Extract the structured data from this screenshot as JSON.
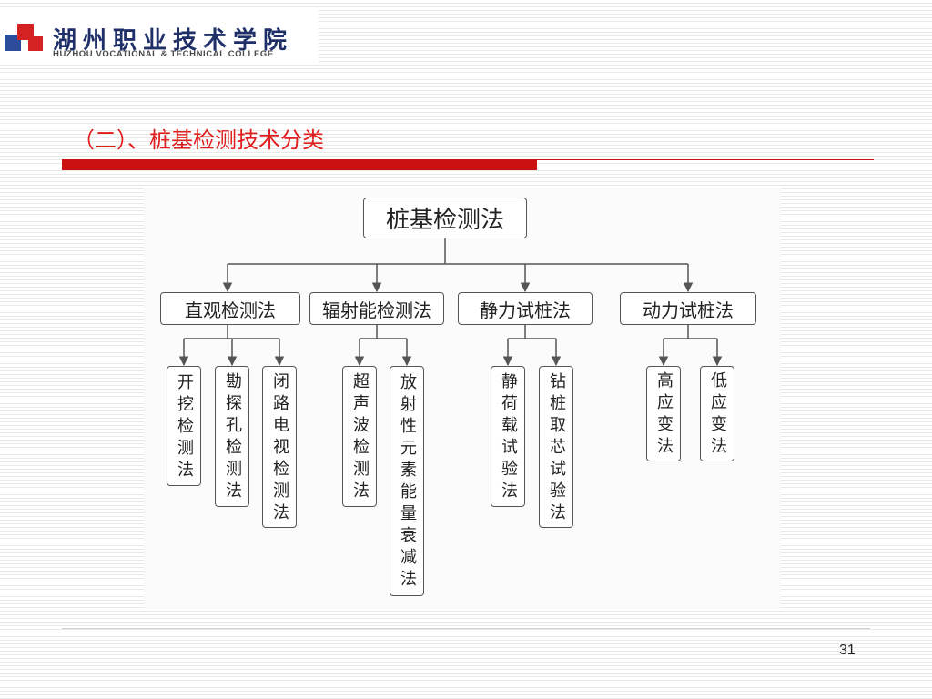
{
  "header": {
    "logo_cn": "湖州职业技术学院",
    "logo_en": "HUZHOU VOCATIONAL & TECHNICAL COLLEGE"
  },
  "slide": {
    "title": "（二）、桩基检测技术分类",
    "page_number": "31"
  },
  "diagram": {
    "root": "桩基检测法",
    "categories": [
      {
        "label": "直观检测法",
        "children": [
          "开挖检测法",
          "勘探孔检测法",
          "闭路电视检测法"
        ]
      },
      {
        "label": "辐射能检测法",
        "children": [
          "超声波检测法",
          "放射性元素能量衰减法"
        ]
      },
      {
        "label": "静力试桩法",
        "children": [
          "静荷载试验法",
          "钻桩取芯试验法"
        ]
      },
      {
        "label": "动力试桩法",
        "children": [
          "高应变法",
          "低应变法"
        ]
      }
    ]
  },
  "colors": {
    "title_red": "#e01d1d",
    "rule_red": "#cc1111",
    "logo_blue": "#1f2f68",
    "logo_red": "#d42222"
  }
}
